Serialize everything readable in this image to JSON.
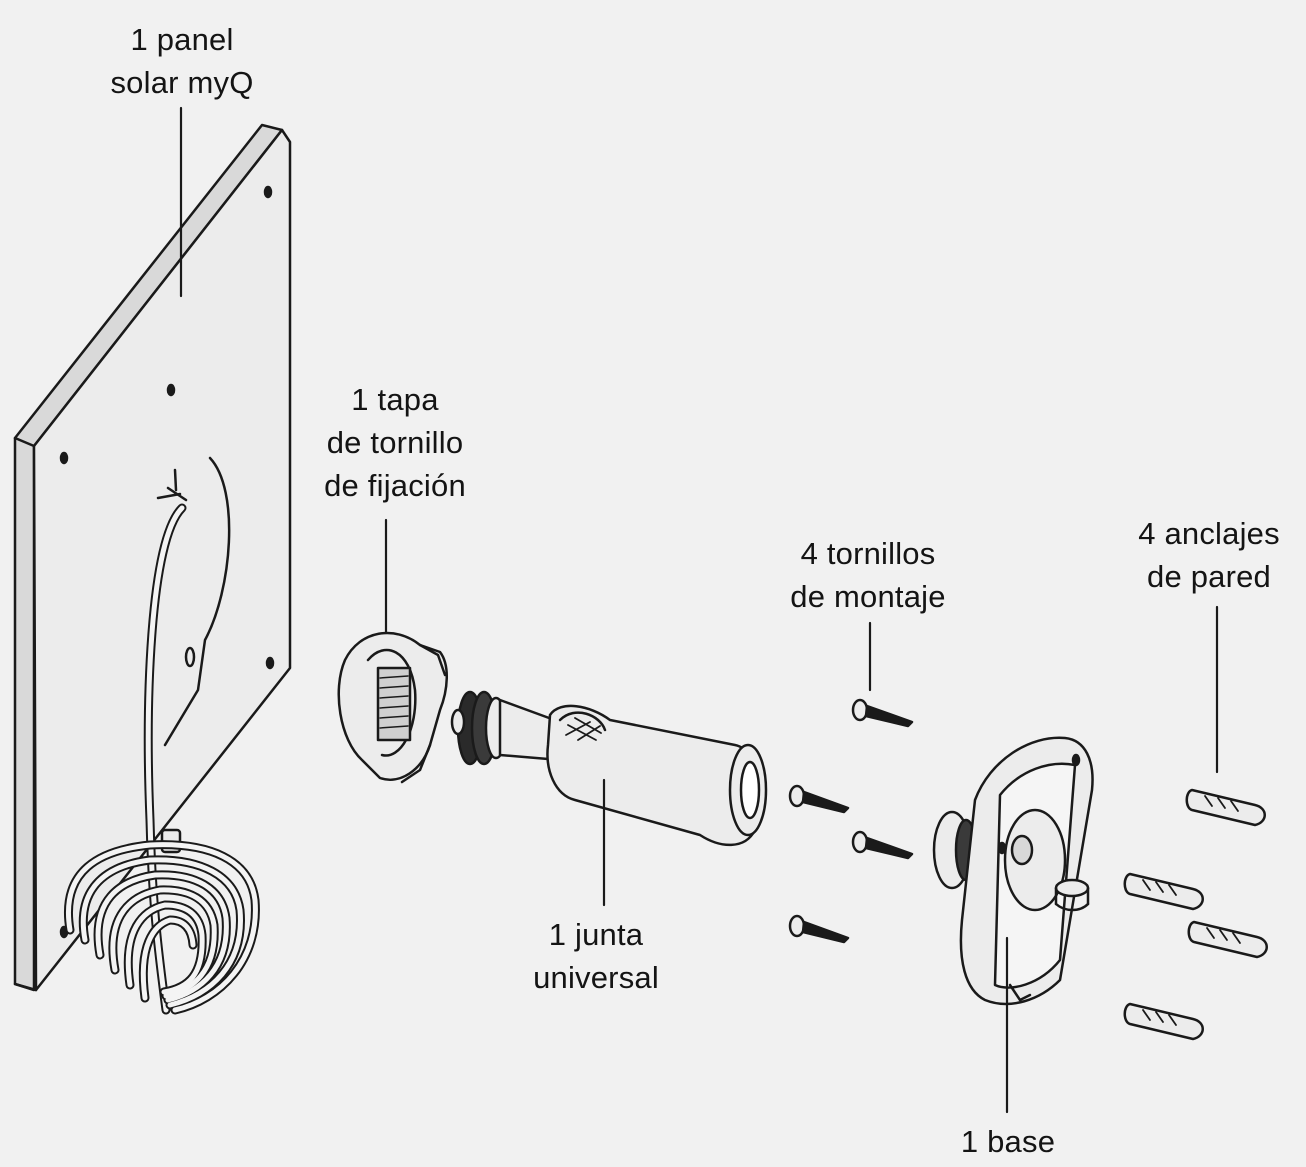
{
  "labels": {
    "solar_panel": {
      "line1": "1 panel",
      "line2": "solar myQ"
    },
    "screw_cap": {
      "line1": "1 tapa",
      "line2": "de tornillo",
      "line3": "de fijación"
    },
    "mounting_screws": {
      "line1": "4 tornillos",
      "line2": "de montaje"
    },
    "wall_anchors": {
      "line1": "4 anclajes",
      "line2": "de pared"
    },
    "universal_joint": {
      "line1": "1 junta",
      "line2": "universal"
    },
    "base": {
      "line1": "1 base"
    }
  },
  "colors": {
    "background": "#f1f1f1",
    "part_fill": "#ececec",
    "outline": "#1a1a1a"
  }
}
